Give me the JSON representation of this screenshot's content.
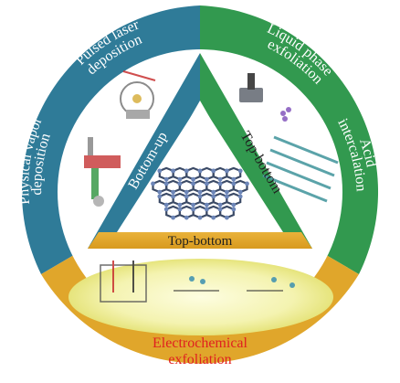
{
  "diagram": {
    "ring_segments": [
      {
        "id": "bottom-up",
        "color": "#2f7b98"
      },
      {
        "id": "top-bottom-right",
        "color": "#32994f"
      },
      {
        "id": "top-bottom-lower",
        "color": "#e0a62b"
      }
    ],
    "ring_labels": {
      "physical_vapor_deposition": {
        "line1": "Physical vapor",
        "line2": "deposition",
        "color": "#ffffff"
      },
      "pulsed_laser_deposition": {
        "line1": "Pulsed laser",
        "line2": "deposition",
        "color": "#ffffff"
      },
      "liquid_phase_exfoliation": {
        "line1": "Liquid phase",
        "line2": "exfoliation",
        "color": "#ffffff"
      },
      "acid_intercalation": {
        "line1": "Acid",
        "line2": "intercalation",
        "color": "#ffffff"
      },
      "electrochemical_exfoliation": {
        "line1": "Electrochemical",
        "line2": "exfoliation",
        "color": "#e02020"
      }
    },
    "triangle_labels": {
      "left": "Bottom-up",
      "right": "Top-bottom",
      "base": "Top-bottom"
    },
    "center_image": "graphene-lattice"
  }
}
